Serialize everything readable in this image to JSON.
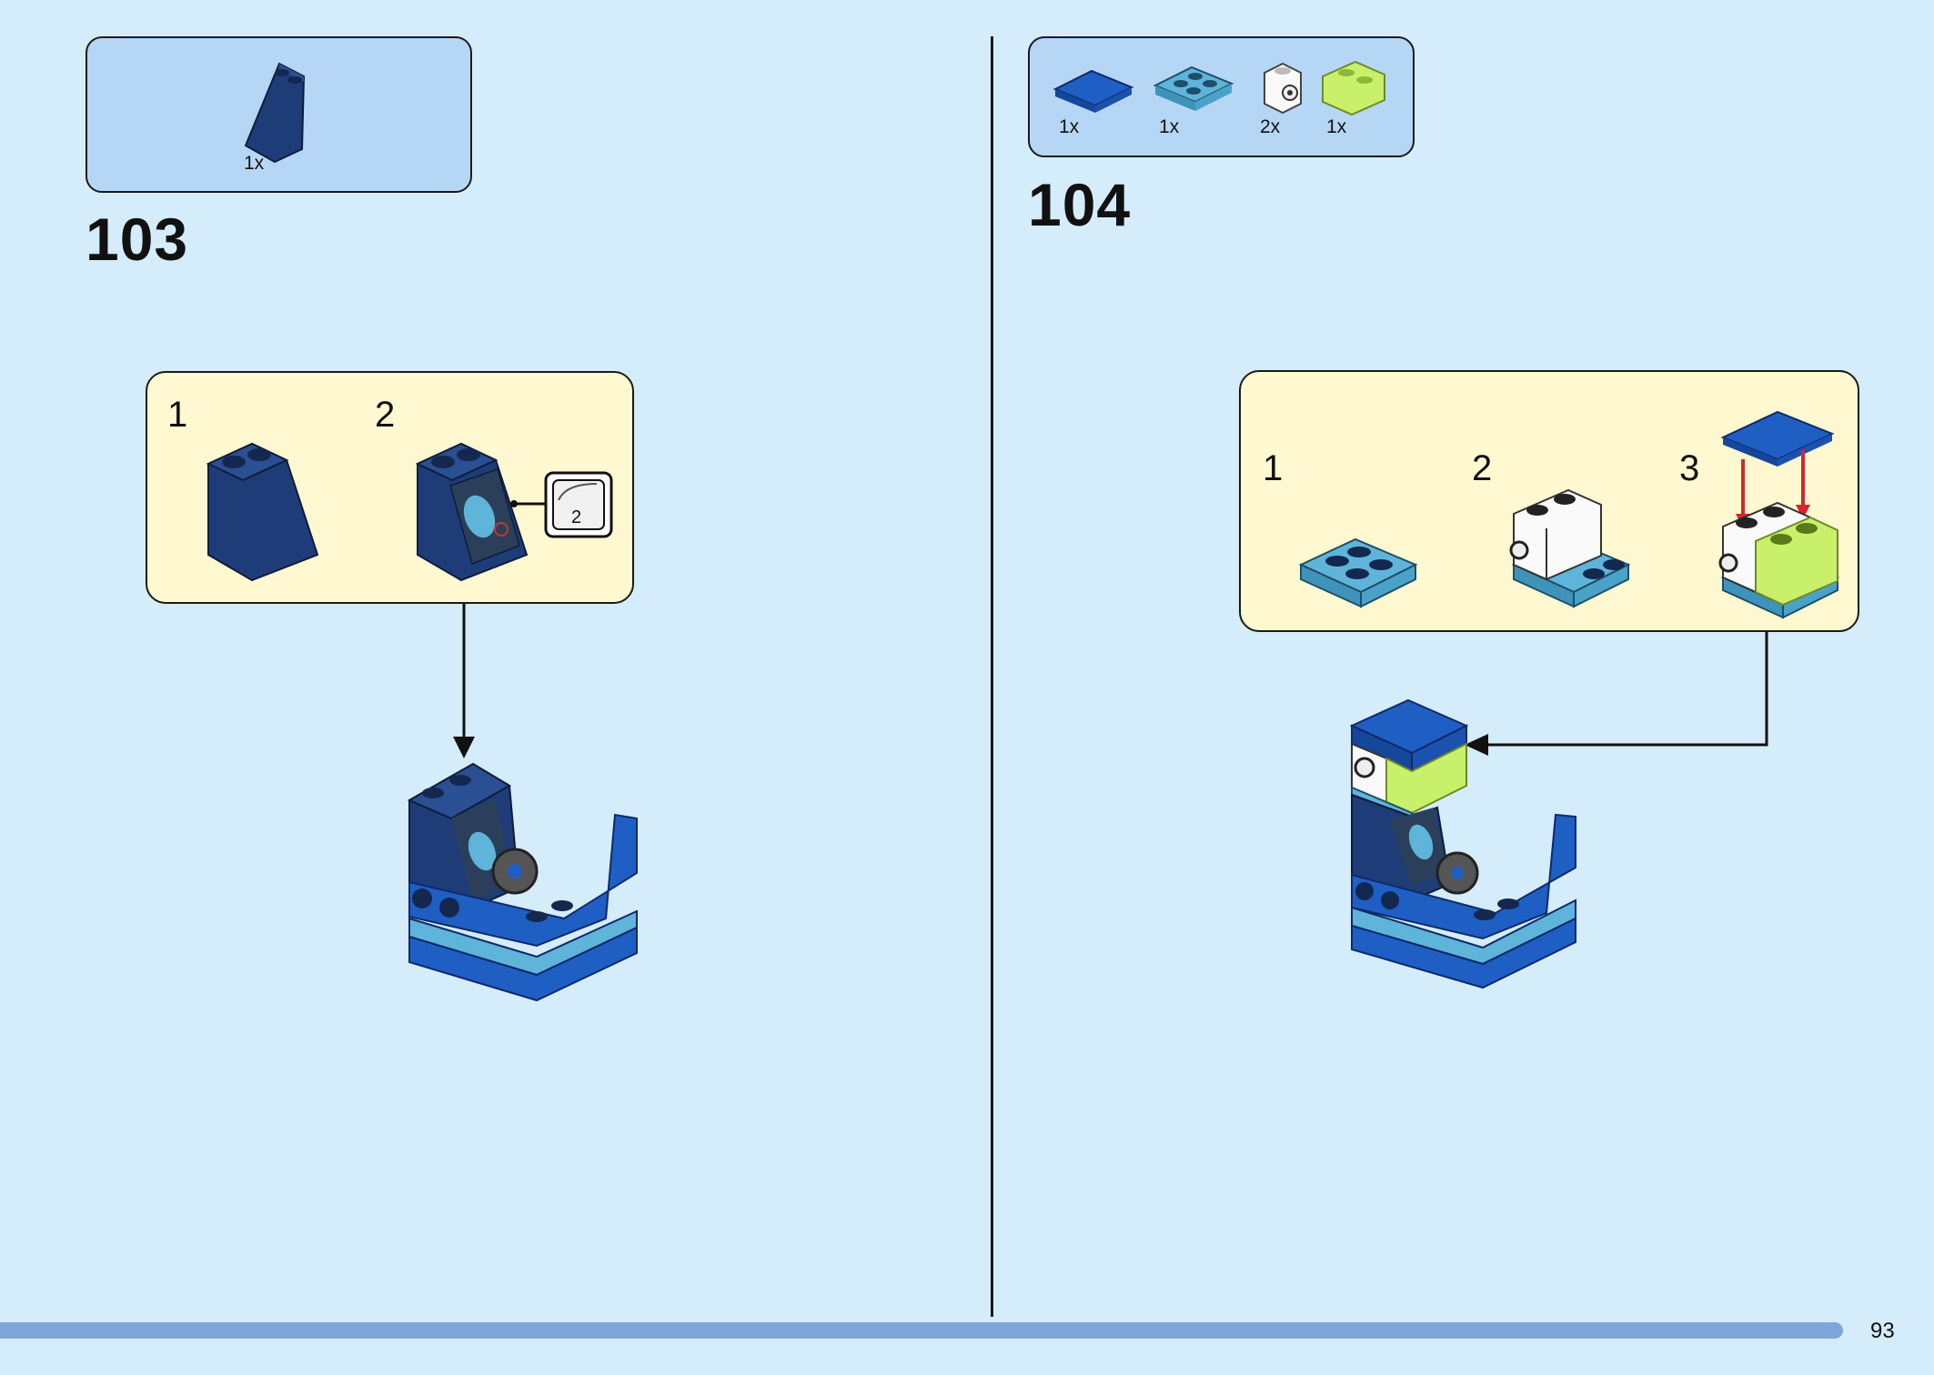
{
  "page_number": "93",
  "steps": [
    {
      "number": "103",
      "parts": [
        {
          "qty": "1x",
          "part": "dark-blue-slope-2x2"
        }
      ],
      "substeps": [
        "1",
        "2"
      ],
      "sticker_number": "2"
    },
    {
      "number": "104",
      "parts": [
        {
          "qty": "1x",
          "part": "blue-tile-2x2"
        },
        {
          "qty": "1x",
          "part": "medium-azure-plate-2x2"
        },
        {
          "qty": "2x",
          "part": "white-brick-1x1-with-stud"
        },
        {
          "qty": "1x",
          "part": "trans-green-brick-1x2"
        }
      ],
      "substeps": [
        "1",
        "2",
        "3"
      ]
    }
  ],
  "colors": {
    "background": "#d5ecfb",
    "parts_box": "#b5d7f5",
    "subassembly_box": "#fff8d0",
    "dark_blue": "#1e3d78",
    "blue": "#1f5fc4",
    "azure": "#5fb4d9",
    "trans_green": "#c8f06a",
    "arrow_red": "#d6262b",
    "progress_bar": "#7fa6d9"
  }
}
